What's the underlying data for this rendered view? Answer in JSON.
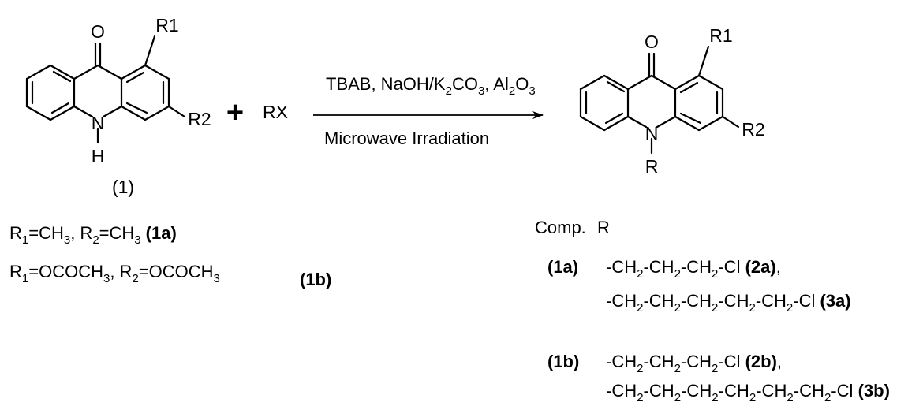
{
  "reactant": {
    "atoms": {
      "o": "O",
      "r1": "R1",
      "r2": "R2",
      "n": "N",
      "h": "H"
    },
    "number": "(1)"
  },
  "plus": "+",
  "reagent": "RX",
  "conditions": {
    "above": {
      "p1": "TBAB, NaOH/K",
      "s1": "2",
      "p2": "CO",
      "s2": "3",
      "p3": ", Al",
      "s3": "2",
      "p4": "O",
      "s4": "3"
    },
    "below": "Microwave Irradiation"
  },
  "product": {
    "atoms": {
      "o": "O",
      "r1": "R1",
      "r2": "R2",
      "n": "N",
      "r": "R"
    }
  },
  "definitions": [
    {
      "p1": "R",
      "s1": "1",
      "p2": "=CH",
      "s2": "3",
      "p3": ", R",
      "s3": "2",
      "p4": "=CH",
      "s4": "3",
      "label": "(1a)"
    },
    {
      "p1": "R",
      "s1": "1",
      "p2": "=OCOCH",
      "s2": "3",
      "p3": ", R",
      "s3": "2",
      "p4": "=OCOCH",
      "s4": "3",
      "label": "(1b)"
    }
  ],
  "table": {
    "headers": {
      "comp": "Comp.",
      "r": "R"
    },
    "rows": [
      {
        "comp": "(1a)",
        "lines": [
          {
            "chain": [
              "-CH",
              "2",
              "-CH",
              "2",
              "-CH",
              "2",
              "-Cl "
            ],
            "label": "(2a)",
            "tail": ","
          },
          {
            "chain": [
              "-CH",
              "2",
              "-CH",
              "2",
              "-CH",
              "2",
              "-CH",
              "2",
              "-CH",
              "2",
              "-Cl "
            ],
            "label": "(3a)",
            "tail": ""
          }
        ]
      },
      {
        "comp": "(1b)",
        "lines": [
          {
            "chain": [
              "-CH",
              "2",
              "-CH",
              "2",
              "-CH",
              "2",
              "-Cl "
            ],
            "label": "(2b)",
            "tail": ","
          },
          {
            "chain": [
              "-CH",
              "2",
              "-CH",
              "2",
              "-CH",
              "2",
              "-CH",
              "2",
              "-CH",
              "2",
              "-CH",
              "2",
              "-Cl "
            ],
            "label": "(3b)",
            "tail": ""
          }
        ]
      }
    ]
  }
}
